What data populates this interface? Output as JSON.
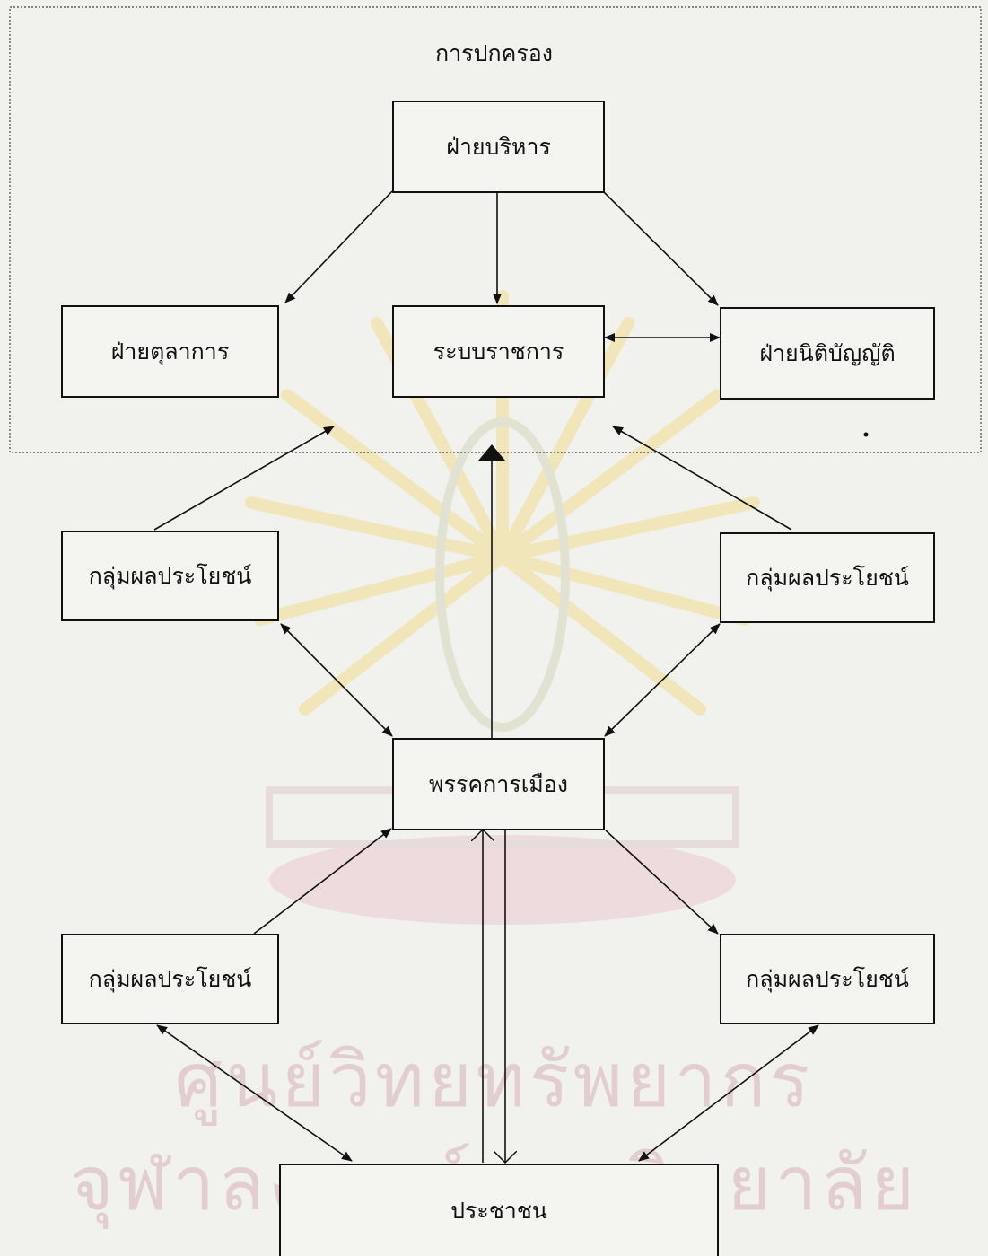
{
  "diagram": {
    "group_label": "การปกครอง",
    "nodes": {
      "executive": "ฝ่ายบริหาร",
      "judiciary": "ฝ่ายตุลาการ",
      "bureaucracy": "ระบบราชการ",
      "legislature": "ฝ่ายนิติบัญญัติ",
      "interest_group_upper_left": "กลุ่มผลประโยชน์",
      "interest_group_upper_right": "กลุ่มผลประโยชน์",
      "political_party": "พรรคการเมือง",
      "interest_group_lower_left": "กลุ่มผลประโยชน์",
      "interest_group_lower_right": "กลุ่มผลประโยชน์",
      "people": "ประชาชน"
    }
  },
  "watermark": {
    "line1": "ศูนย์วิทยทรัพยากร",
    "line2": "จุฬาลงกรณ์มหาวิทยาลัย"
  }
}
